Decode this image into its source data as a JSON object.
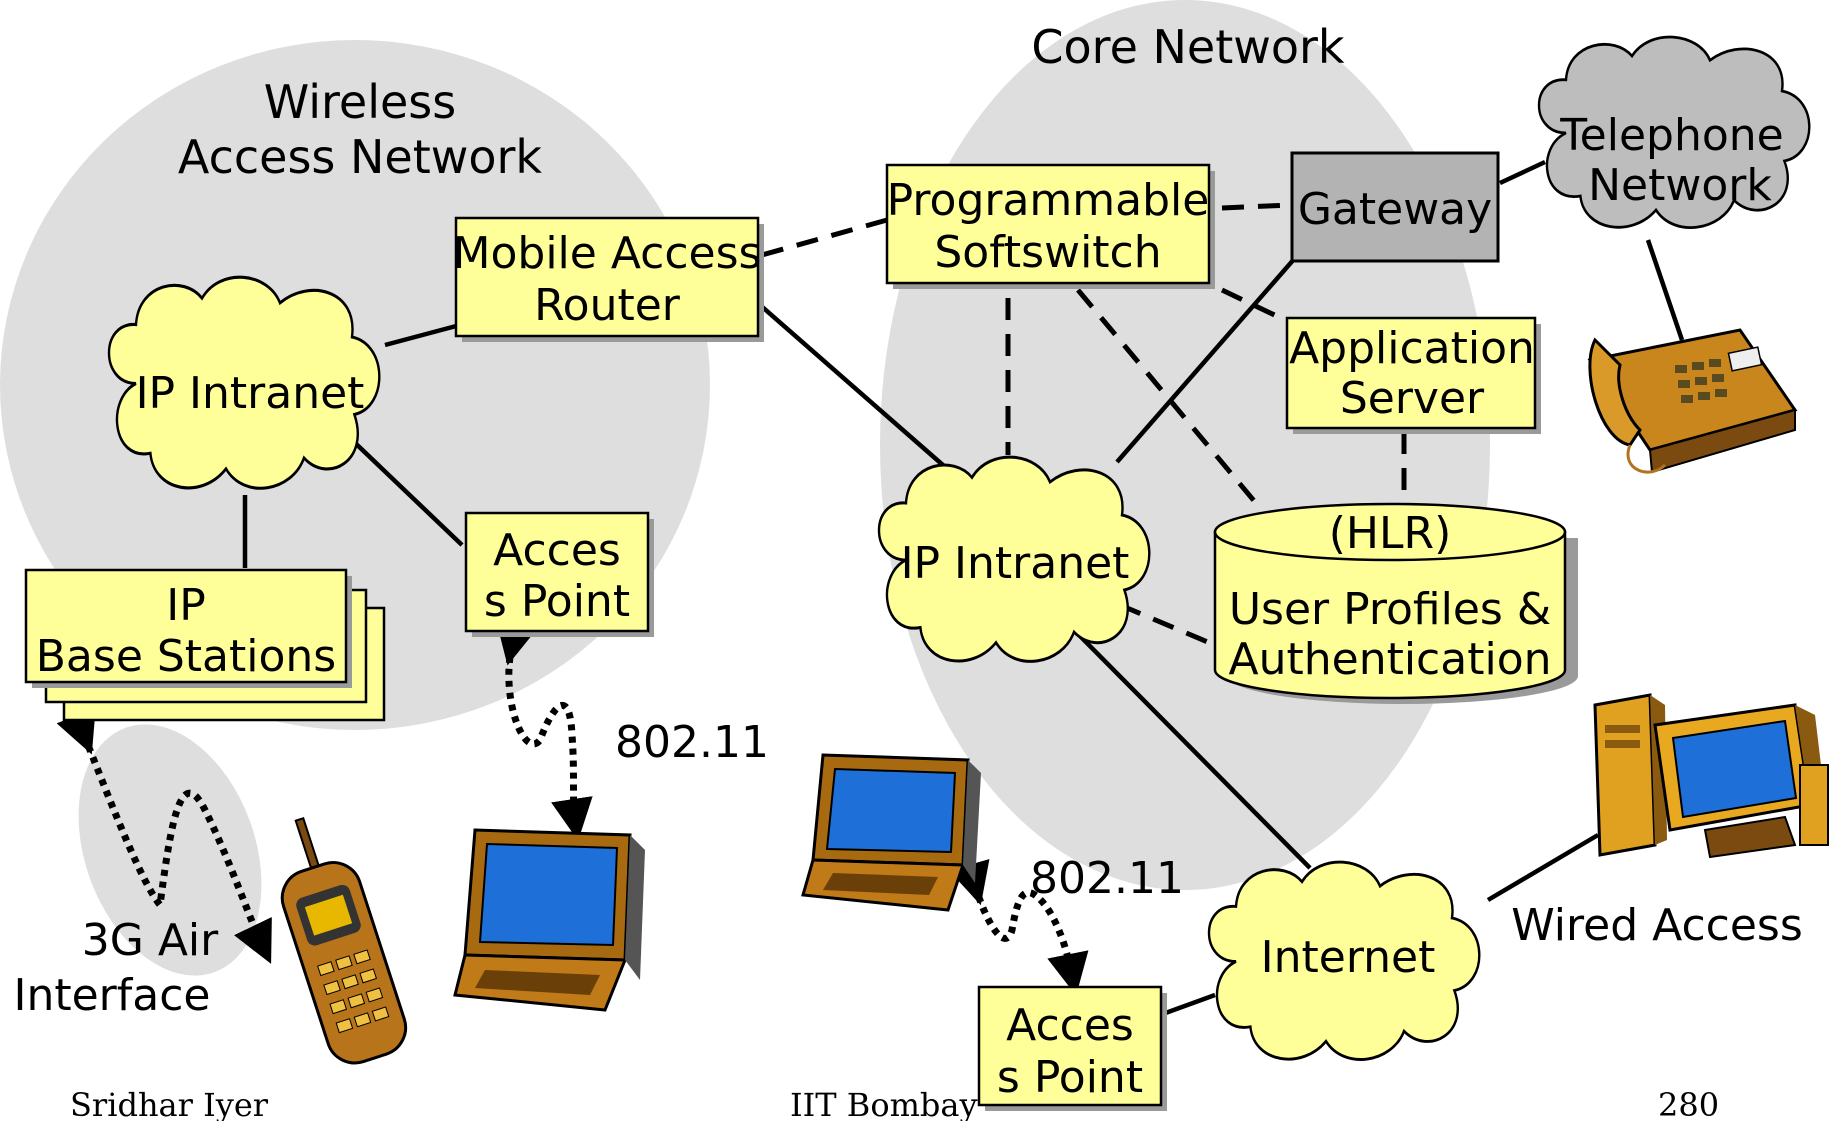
{
  "regions": {
    "wireless_access_network": [
      "Wireless",
      "Access Network"
    ],
    "core_network": "Core Network"
  },
  "nodes": {
    "mobile_access_router": [
      "Mobile Access",
      "Router"
    ],
    "programmable_softswitch": [
      "Programmable",
      "Softswitch"
    ],
    "gateway": "Gateway",
    "telephone_network": [
      "Telephone",
      "Network"
    ],
    "application_server": [
      "Application",
      "Server"
    ],
    "ip_intranet_wireless": "IP Intranet",
    "ip_intranet_core": "IP Intranet",
    "ip_base_stations": [
      "IP",
      "Base Stations"
    ],
    "access_point_wireless": [
      "Acces",
      "s Point"
    ],
    "access_point_wired": [
      "Acces",
      "s Point"
    ],
    "user_profiles_db": [
      "(HLR)",
      "User Profiles &",
      "Authentication"
    ],
    "internet": "Internet"
  },
  "link_labels": {
    "wifi_1": "802.11",
    "wifi_2": "802.11",
    "air_interface": [
      "3G Air",
      "Interface"
    ],
    "wired_access": "Wired Access"
  },
  "footer": {
    "author": "Sridhar Iyer",
    "institution": "IIT Bombay",
    "page_number": "280"
  },
  "colors": {
    "node_fill": "#ffff99",
    "region_fill": "#dedede",
    "gateway_fill": "#b3b3b3",
    "telephone_cloud_fill": "#bdbdbd"
  }
}
